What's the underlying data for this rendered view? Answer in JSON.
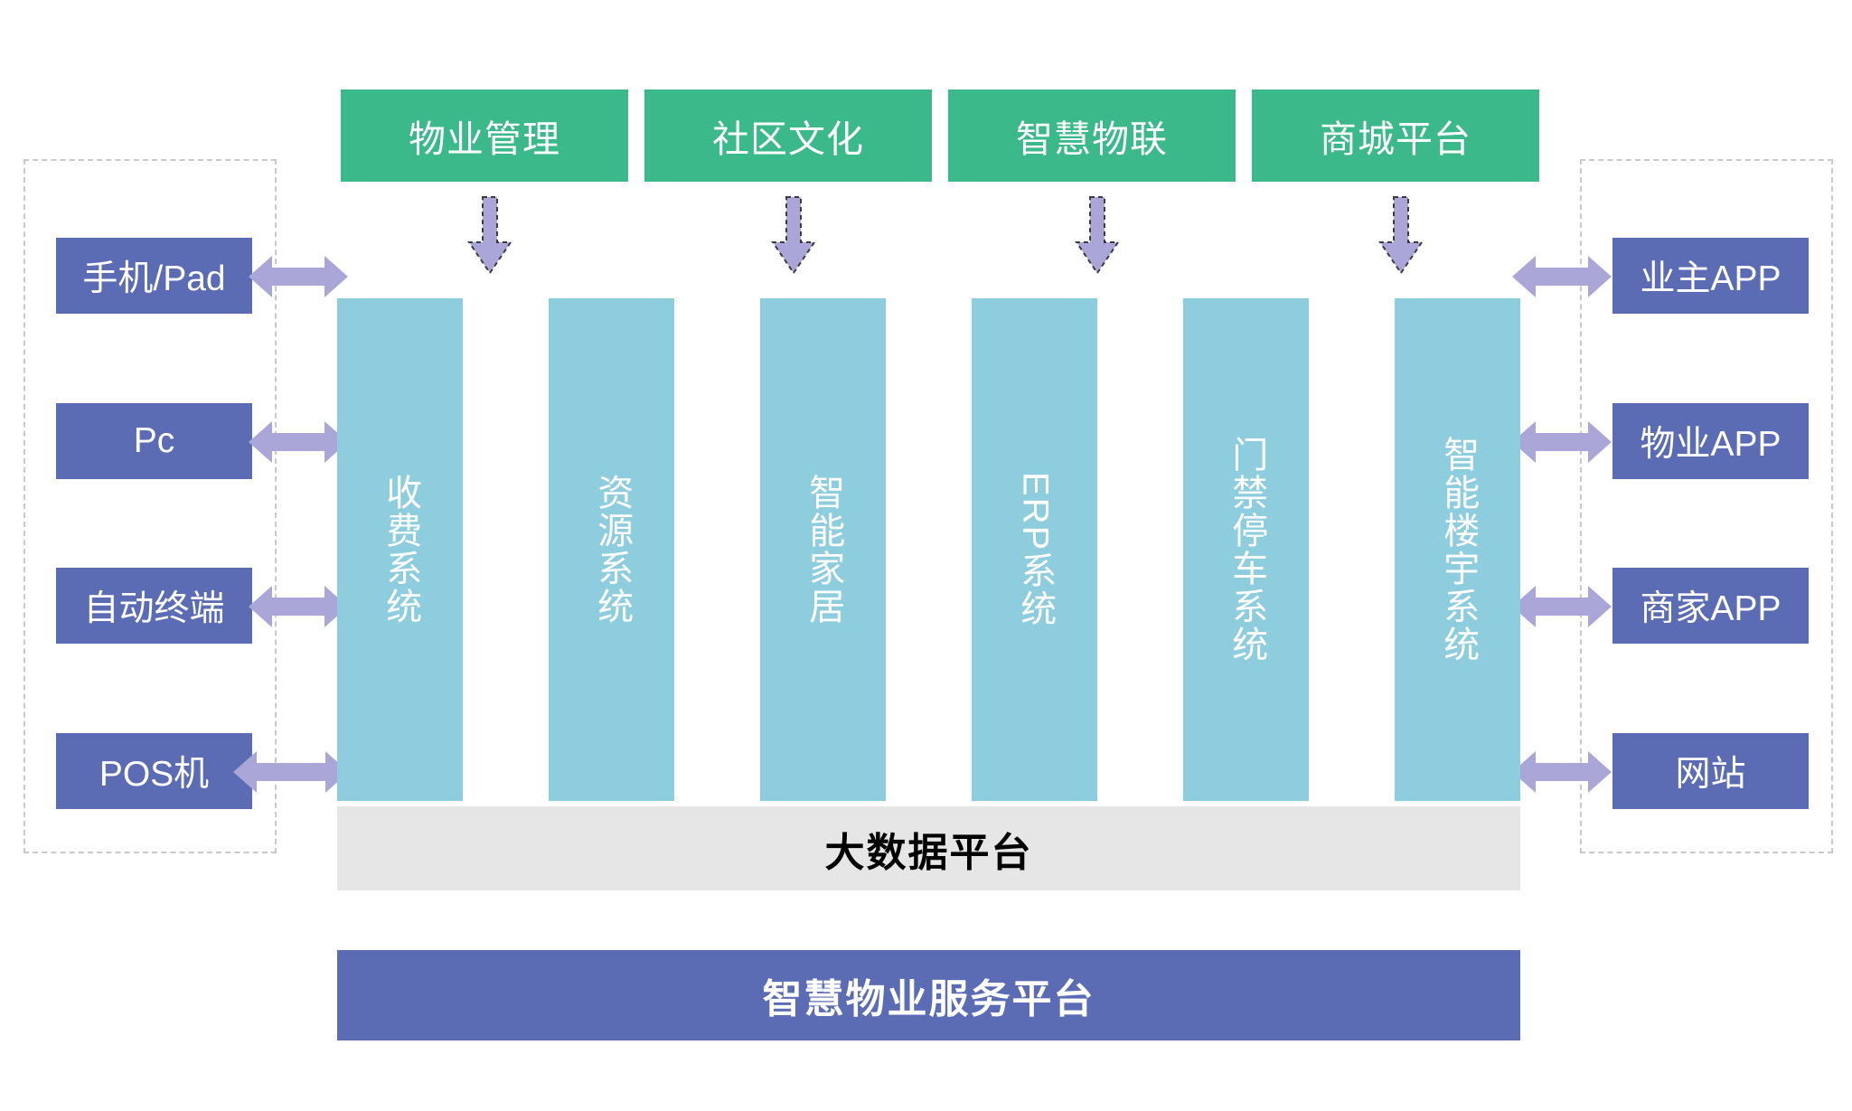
{
  "colors": {
    "green": "#3cb98a",
    "blue": "#5b6cb5",
    "teal": "#8ecddd",
    "purple_arrow": "#aaa6d8",
    "grey_bar": "#e6e6e6",
    "dashed_border": "#c9c9c9",
    "text_on_color": "#ffffff",
    "text_dark": "#000000"
  },
  "top_modules": [
    {
      "label": "物业管理"
    },
    {
      "label": "社区文化"
    },
    {
      "label": "智慧物联"
    },
    {
      "label": "商城平台"
    }
  ],
  "left_group": {
    "items": [
      {
        "label": "手机/Pad"
      },
      {
        "label": "Pc"
      },
      {
        "label": "自动终端"
      },
      {
        "label": "POS机"
      }
    ]
  },
  "right_group": {
    "items": [
      {
        "label": "业主APP"
      },
      {
        "label": "物业APP"
      },
      {
        "label": "商家APP"
      },
      {
        "label": "网站"
      }
    ]
  },
  "systems": [
    {
      "label": "收费系统",
      "orientation": "upright"
    },
    {
      "label": "资源系统",
      "orientation": "upright"
    },
    {
      "label": "智能家居",
      "orientation": "upright"
    },
    {
      "label": "ERP系统",
      "orientation": "mixed"
    },
    {
      "label": "门禁停车系统",
      "orientation": "upright"
    },
    {
      "label": "智能楼宇系统",
      "orientation": "upright"
    }
  ],
  "bottom_bars": {
    "big_data": "大数据平台",
    "platform": "智慧物业服务平台"
  },
  "arrows": {
    "down_icon": "arrow-down-icon",
    "left_icon": "arrow-left-icon",
    "right_icon": "arrow-right-icon"
  }
}
